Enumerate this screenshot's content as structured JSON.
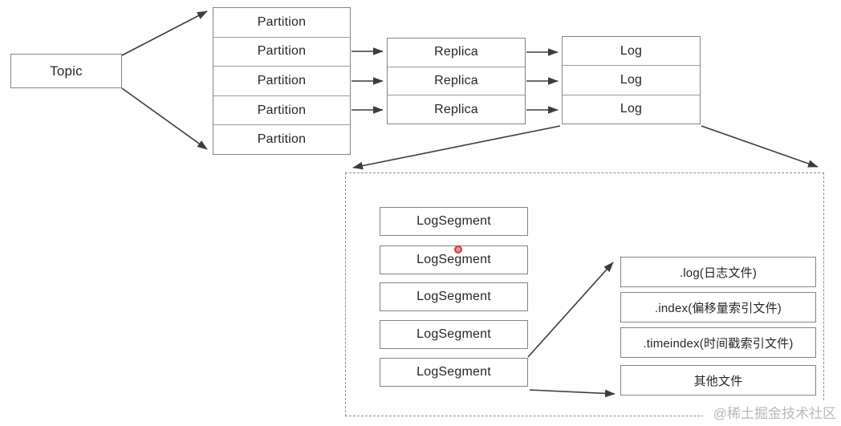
{
  "diagram": {
    "topic": {
      "label": "Topic"
    },
    "partitions": {
      "items": [
        "Partition",
        "Partition",
        "Partition",
        "Partition",
        "Partition"
      ]
    },
    "replicas": {
      "items": [
        "Replica",
        "Replica",
        "Replica"
      ]
    },
    "logs": {
      "items": [
        "Log",
        "Log",
        "Log"
      ]
    },
    "log_segments": {
      "items": [
        "LogSegment",
        "LogSegment",
        "LogSegment",
        "LogSegment",
        "LogSegment"
      ]
    },
    "files": {
      "log": ".log(日志文件)",
      "index": ".index(偏移量索引文件)",
      "timeindex": ".timeindex(时间戳索引文件)",
      "other": "其他文件"
    },
    "watermark": "@稀土掘金技术社区",
    "colors": {
      "box_border": "#848484",
      "arrow": "#3c3c3c",
      "text": "#262626",
      "dashed_border": "#8d8d8d",
      "watermark": "#b9b9b9",
      "pointer_dot": "#d23a4c",
      "background": "#fefefe"
    }
  }
}
